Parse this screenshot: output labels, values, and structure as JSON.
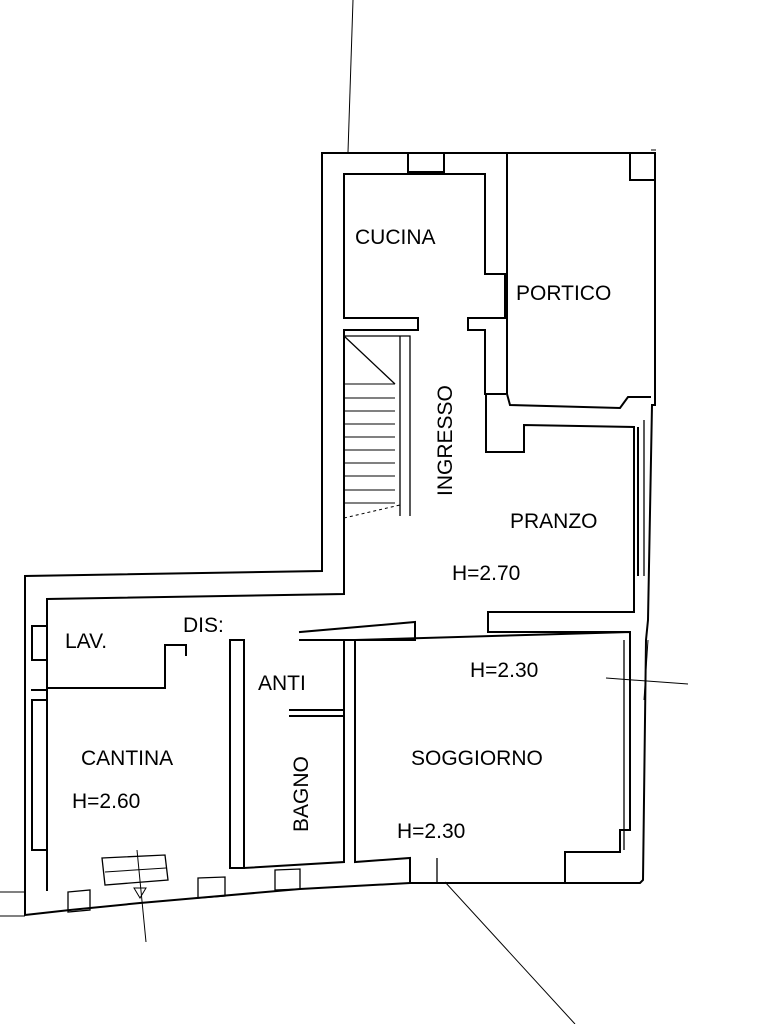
{
  "rooms": {
    "cucina": "CUCINA",
    "portico": "PORTICO",
    "ingresso": "INGRESSO",
    "pranzo": "PRANZO",
    "lav": "LAV.",
    "dis": "DIS:",
    "anti": "ANTI",
    "cantina": "CANTINA",
    "bagno": "BAGNO",
    "soggiorno": "SOGGIORNO"
  },
  "heights": {
    "pranzo": "H=2.70",
    "soggiorno_top": "H=2.30",
    "cantina": "H=2.60",
    "soggiorno_bottom": "H=2.30"
  }
}
